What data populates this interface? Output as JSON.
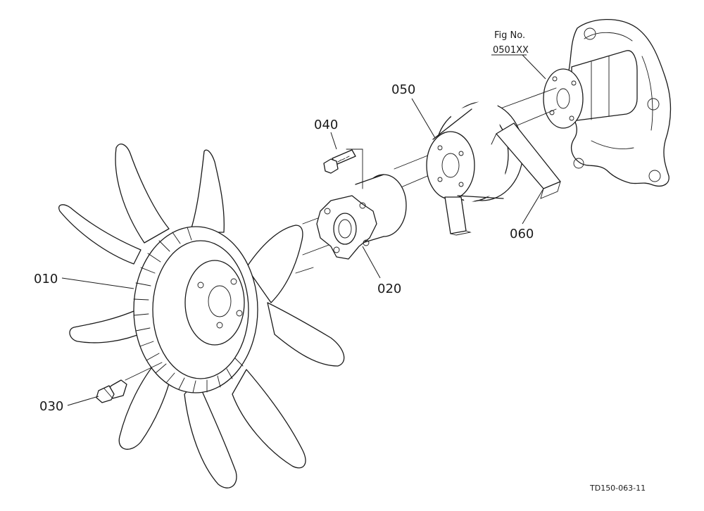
{
  "parts": [
    {
      "id": "010"
    },
    {
      "id": "020"
    },
    {
      "id": "030"
    },
    {
      "id": "040"
    },
    {
      "id": "050"
    },
    {
      "id": "060"
    }
  ],
  "figure_reference": {
    "line1": "Fig No.",
    "line2": "0501XX"
  },
  "drawing_code": "TD150-063-11"
}
